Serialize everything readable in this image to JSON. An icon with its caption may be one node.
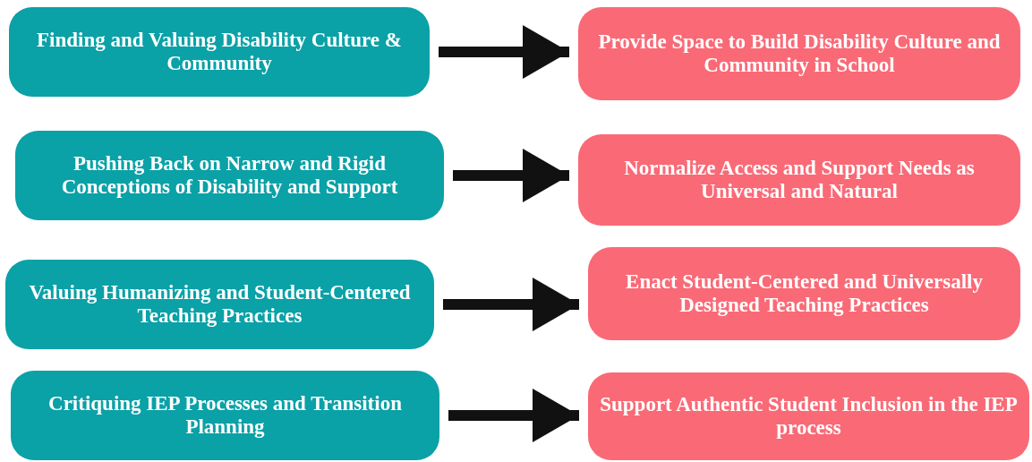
{
  "diagram": {
    "nodes": [
      {
        "text": [
          "Finding and Valuing Disability Culture & Community"
        ]
      },
      {
        "text": [
          "Provide Space to Build Disability Culture and Community in School"
        ]
      },
      {
        "text": [
          "Pushing Back on Narrow and Rigid Conceptions of Disability and Support"
        ]
      },
      {
        "text": [
          "Normalize Access and Support Needs as Universal and Natural"
        ]
      },
      {
        "text": [
          "Valuing Humanizing and Student-Centered Teaching Practices"
        ]
      },
      {
        "text": [
          "Enact Student-Centered and Universally Designed Teaching Practices"
        ]
      },
      {
        "text": [
          "Critiquing IEP Processes and Transition Planning"
        ]
      },
      {
        "text": [
          "Support Authentic Student Inclusion in the IEP process"
        ]
      }
    ],
    "edges": [
      {
        "from": 0,
        "to": 1,
        "arrow": "to"
      },
      {
        "from": 2,
        "to": 3,
        "arrow": "to"
      },
      {
        "from": 4,
        "to": 5,
        "arrow": "to"
      },
      {
        "from": 6,
        "to": 7,
        "arrow": "to"
      }
    ]
  }
}
